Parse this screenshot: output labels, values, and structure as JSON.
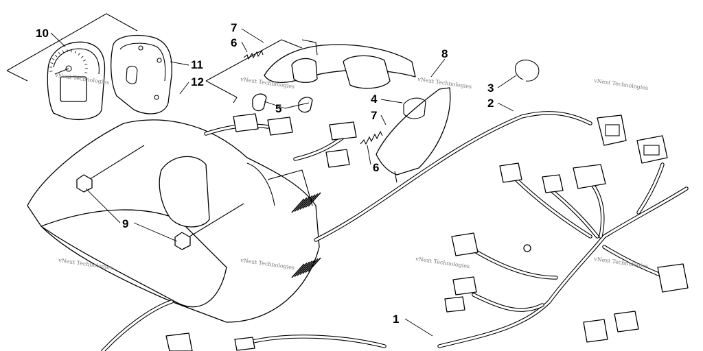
{
  "diagram": {
    "callouts": [
      "10",
      "11",
      "12",
      "7",
      "6",
      "8",
      "3",
      "2",
      "4",
      "7",
      "5",
      "6",
      "9",
      "1"
    ],
    "watermark": "vNext Technologies",
    "watermark_copies": 8
  }
}
